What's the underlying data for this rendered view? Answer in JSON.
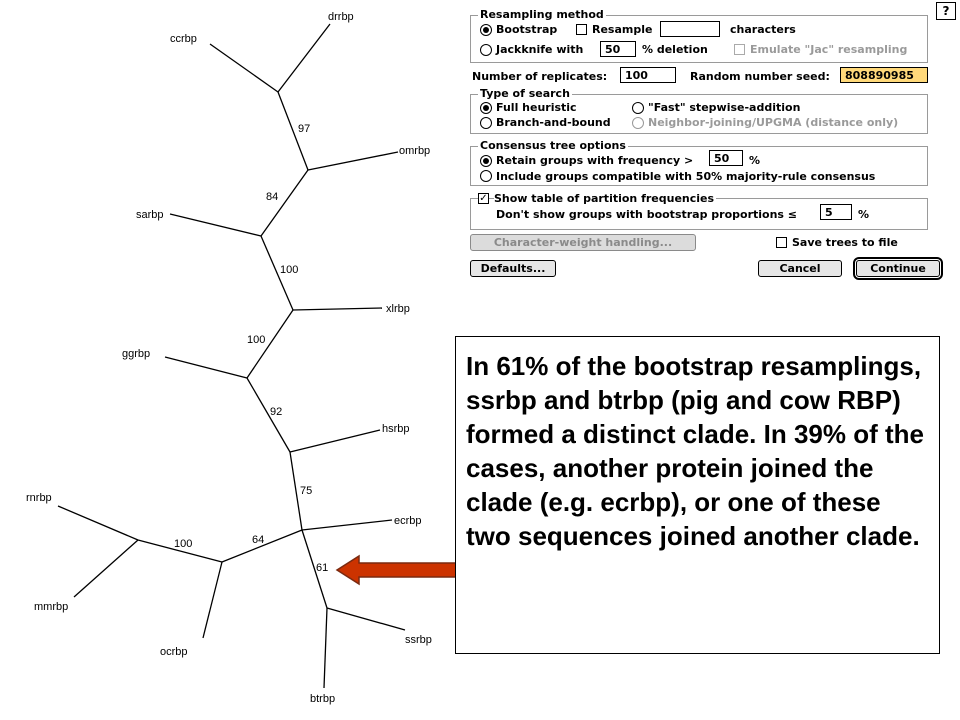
{
  "tree": {
    "leaves": {
      "drrbp": "drrbp",
      "ccrbp": "ccrbp",
      "omrbp": "omrbp",
      "sarbp": "sarbp",
      "xlrbp": "xlrbp",
      "ggrbp": "ggrbp",
      "hsrbp": "hsrbp",
      "ecrbp": "ecrbp",
      "rnrbp": "rnrbp",
      "mmrbp": "mmrbp",
      "ocrbp": "ocrbp",
      "ssrbp": "ssrbp",
      "btrbp": "btrbp"
    },
    "bootstrap": {
      "b97": "97",
      "b84": "84",
      "b100a": "100",
      "b100b": "100",
      "b92": "92",
      "b75": "75",
      "b64": "64",
      "b100c": "100",
      "b61": "61"
    }
  },
  "dialog": {
    "resampling": {
      "title": "Resampling method",
      "bootstrap": "Bootstrap",
      "resample": "Resample",
      "characters": "characters",
      "jackknife": "Jackknife with",
      "jackknife_value": "50",
      "deletion": "% deletion",
      "emulate": "Emulate \"Jac\" resampling"
    },
    "replicates_label": "Number of replicates:",
    "replicates_value": "100",
    "seed_label": "Random number seed:",
    "seed_value": "808890985",
    "search": {
      "title": "Type of search",
      "full": "Full heuristic",
      "bnb": "Branch-and-bound",
      "fast": "\"Fast\" stepwise-addition",
      "nj": "Neighbor-joining/UPGMA (distance only)"
    },
    "consensus": {
      "title": "Consensus tree options",
      "retain": "Retain groups with frequency >",
      "retain_value": "50",
      "percent": "%",
      "include": "Include groups compatible with 50% majority-rule consensus"
    },
    "partition": {
      "show": "Show table of partition frequencies",
      "dont_show": "Don't show groups with bootstrap proportions ≤",
      "value": "5",
      "percent": "%"
    },
    "char_weight": "Character-weight handling...",
    "save_trees": "Save trees to file",
    "defaults": "Defaults...",
    "cancel": "Cancel",
    "continue": "Continue",
    "help": "?"
  },
  "note": {
    "text": "In 61% of the bootstrap resamplings, ssrbp and btrbp (pig and cow RBP) formed a distinct clade. In 39% of the cases, another protein joined the clade (e.g. ecrbp), or one of these two sequences joined another clade.",
    "arrow_color": "#cc3300"
  }
}
